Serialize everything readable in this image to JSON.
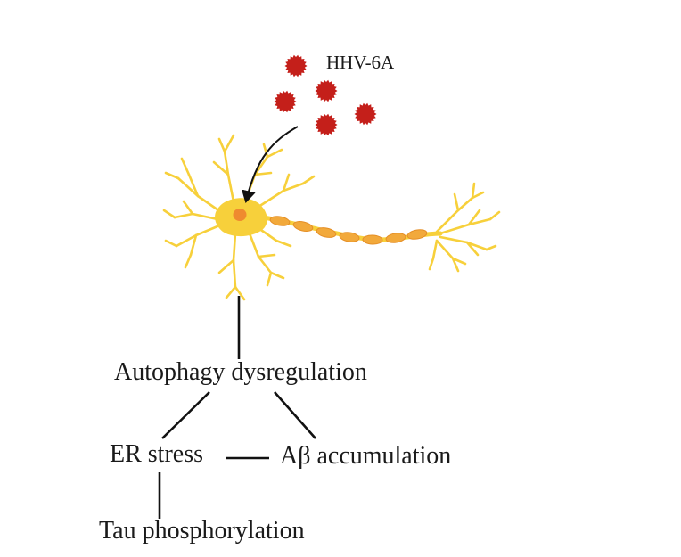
{
  "virus": {
    "label": "HHV-6A",
    "color": "#c41f1a"
  },
  "neuron": {
    "body_color": "#f7d03b",
    "nucleus_color": "#ef8a2f",
    "myelin_color": "#f2a93b"
  },
  "nodes": {
    "autophagy": "Autophagy dysregulation",
    "er_stress": "ER stress",
    "abeta": "Aβ accumulation",
    "tau": "Tau phosphorylation"
  }
}
